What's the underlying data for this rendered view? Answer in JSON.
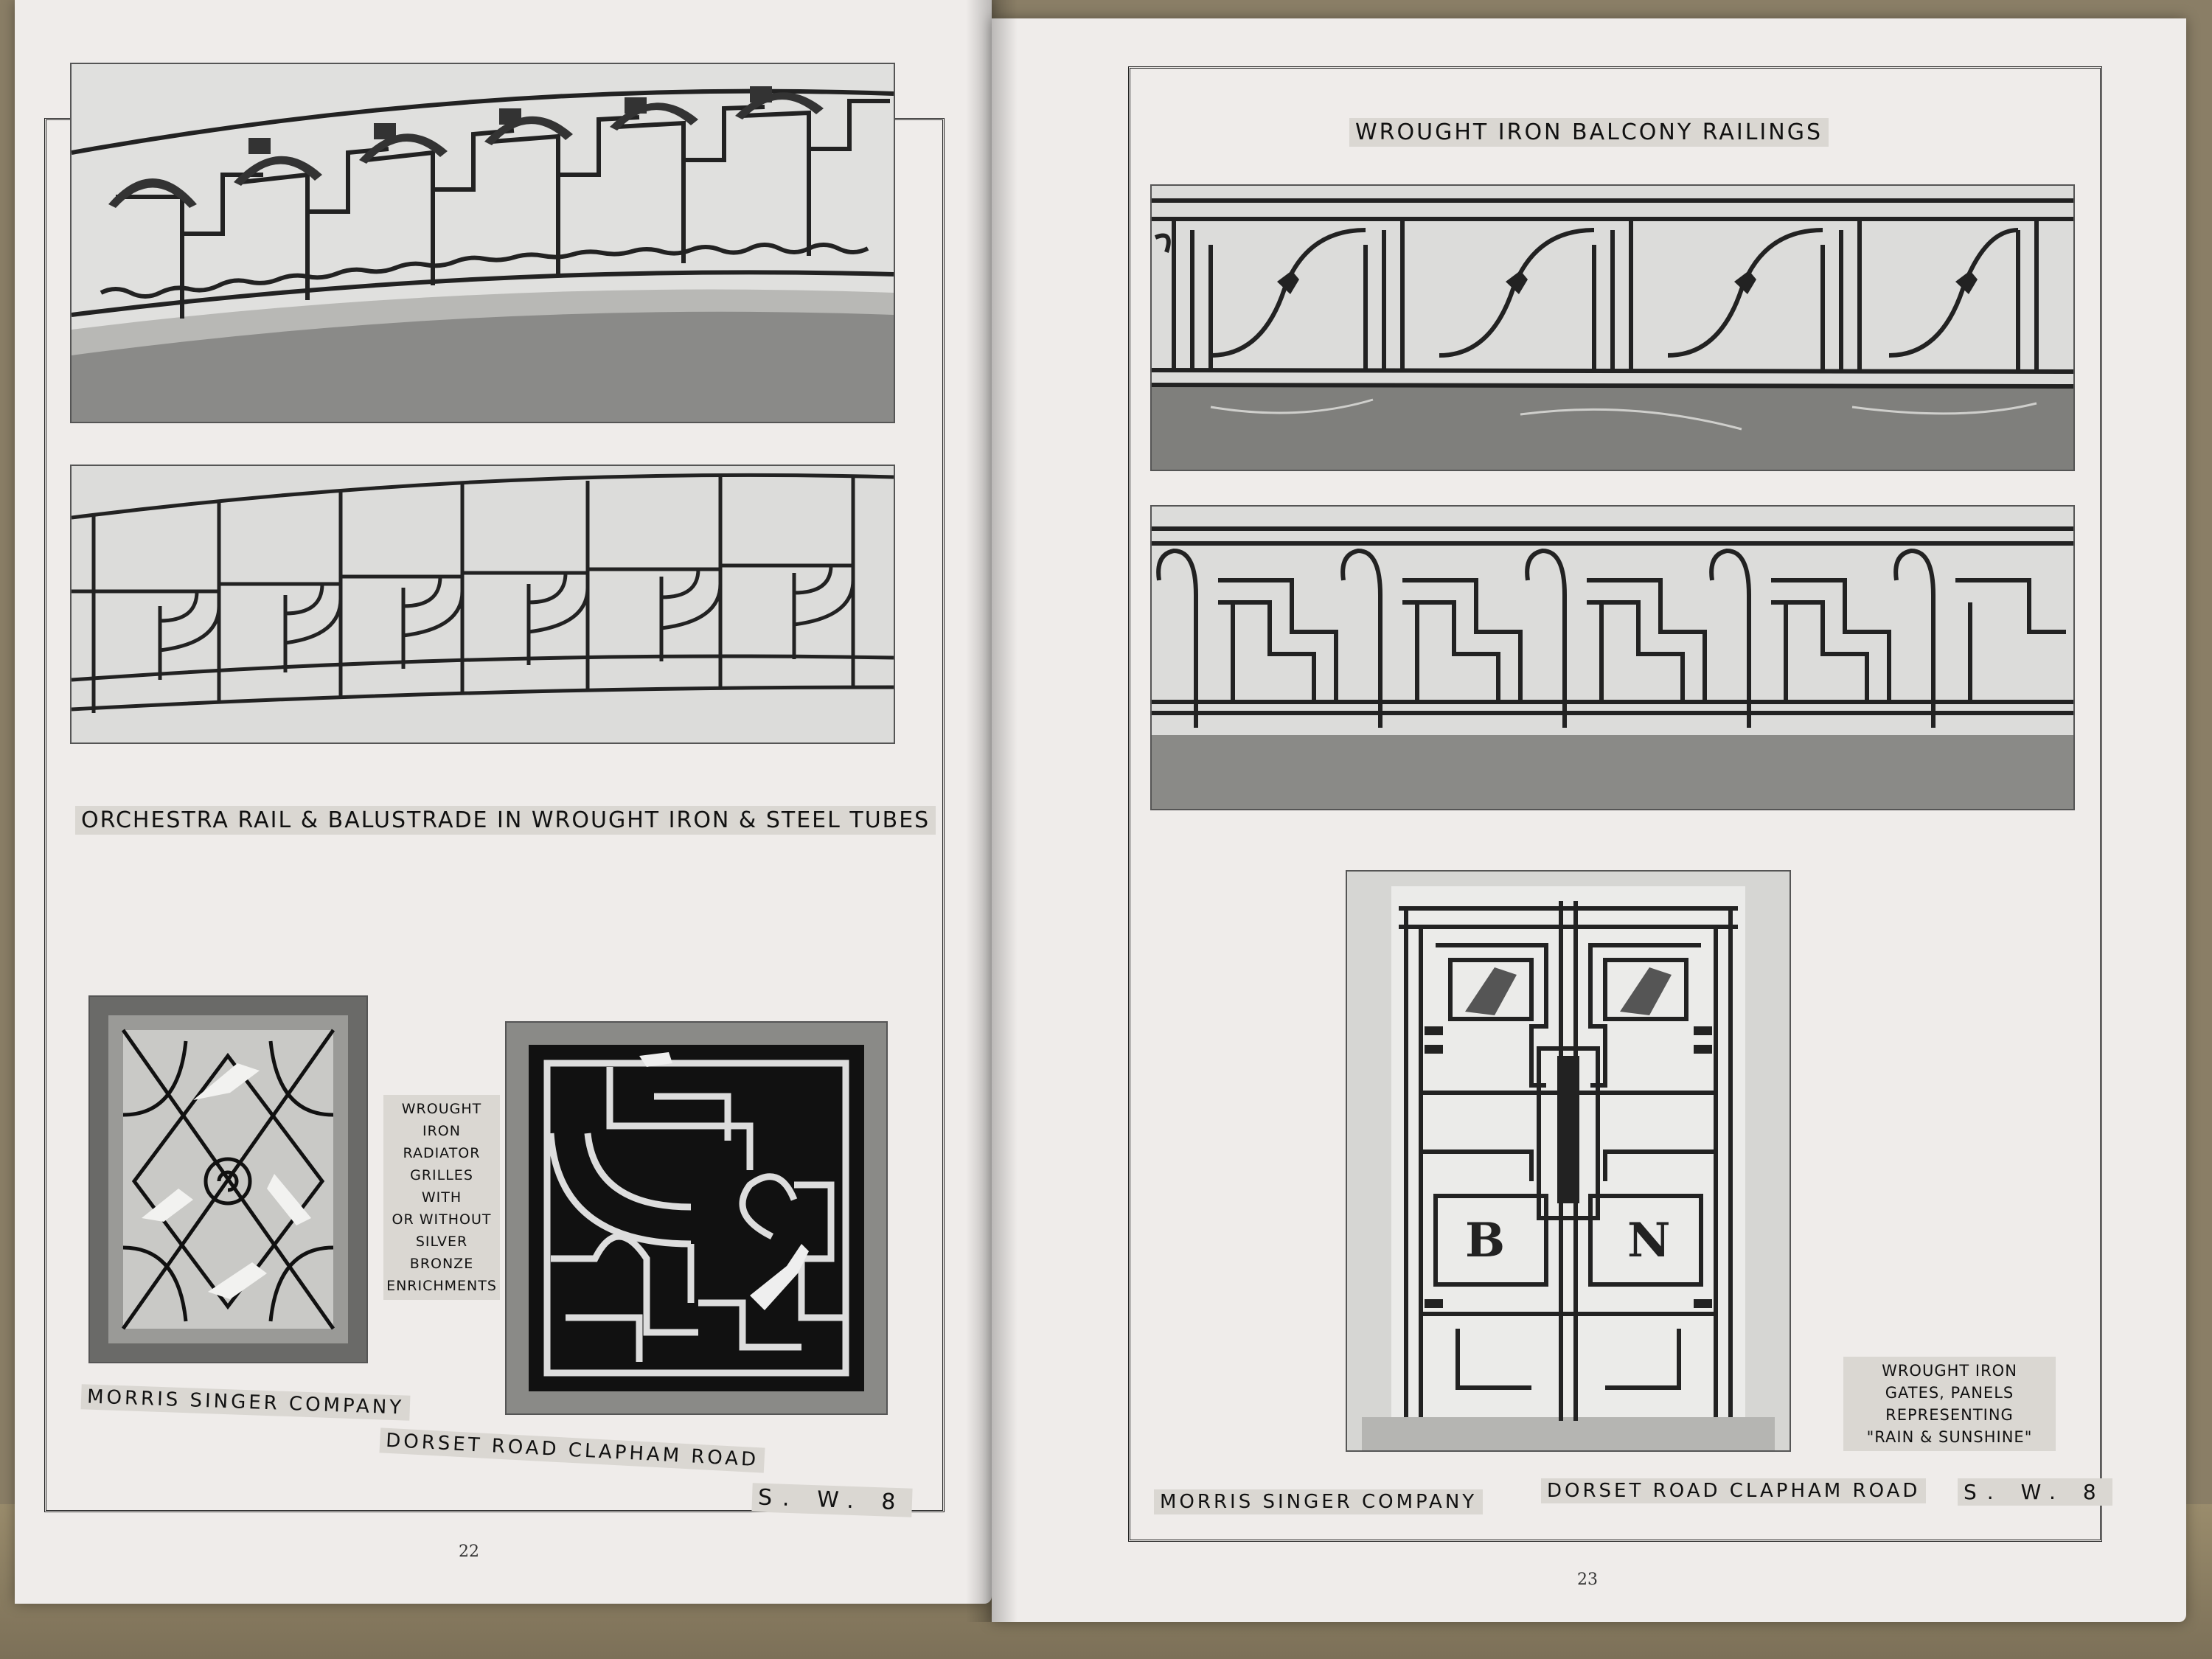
{
  "left_page": {
    "caption_main": "ORCHESTRA RAIL & BALUSTRADE IN WROUGHT IRON & STEEL TUBES",
    "caption_grilles": [
      "WROUGHT",
      "IRON",
      "RADIATOR",
      "GRILLES",
      "WITH",
      "OR WITHOUT",
      "SILVER BRONZE",
      "ENRICHMENTS"
    ],
    "footer_company": "MORRIS SINGER COMPANY",
    "footer_address": "DORSET ROAD CLAPHAM ROAD",
    "footer_postcode": "S. W. 8",
    "page_number": "22"
  },
  "right_page": {
    "title": "WROUGHT IRON BALCONY RAILINGS",
    "caption_gates": [
      "WROUGHT IRON",
      "GATES, PANELS",
      "REPRESENTING",
      "\"RAIN & SUNSHINE\""
    ],
    "gate_letters": [
      "B",
      "N"
    ],
    "footer_company": "MORRIS SINGER COMPANY",
    "footer_address": "DORSET ROAD CLAPHAM ROAD",
    "footer_postcode": "S. W. 8",
    "page_number": "23"
  }
}
